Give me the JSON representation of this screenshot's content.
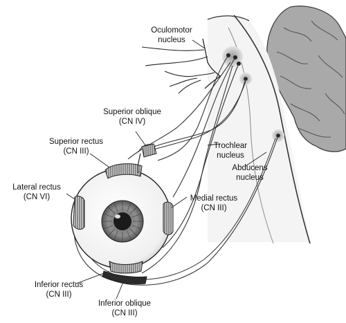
{
  "labels": {
    "oculomotor": {
      "line1": "Oculomotor",
      "line2": "nucleus"
    },
    "trochlear": {
      "line1": "Trochlear",
      "line2": "nucleus"
    },
    "abducens": {
      "line1": "Abducens",
      "line2": "nucleus"
    },
    "superior_oblique": {
      "line1": "Superior oblique",
      "line2": "(CN IV)"
    },
    "superior_rectus": {
      "line1": "Superior rectus",
      "line2": "(CN III)"
    },
    "lateral_rectus": {
      "line1": "Lateral rectus",
      "line2": "(CN VI)"
    },
    "medial_rectus": {
      "line1": "Medial rectus",
      "line2": "(CN III)"
    },
    "inferior_rectus": {
      "line1": "Inferior rectus",
      "line2": "(CN III)"
    },
    "inferior_oblique": {
      "line1": "Inferior oblique",
      "line2": "(CN III)"
    }
  },
  "colors": {
    "outline": "#222222",
    "brain_fill": "#a9a9a9",
    "brainstem_fill": "#f2f2f2",
    "nucleus_fill": "#cfcfcf",
    "iris_fill": "#8a8a8a",
    "pupil_fill": "#1a1a1a"
  }
}
